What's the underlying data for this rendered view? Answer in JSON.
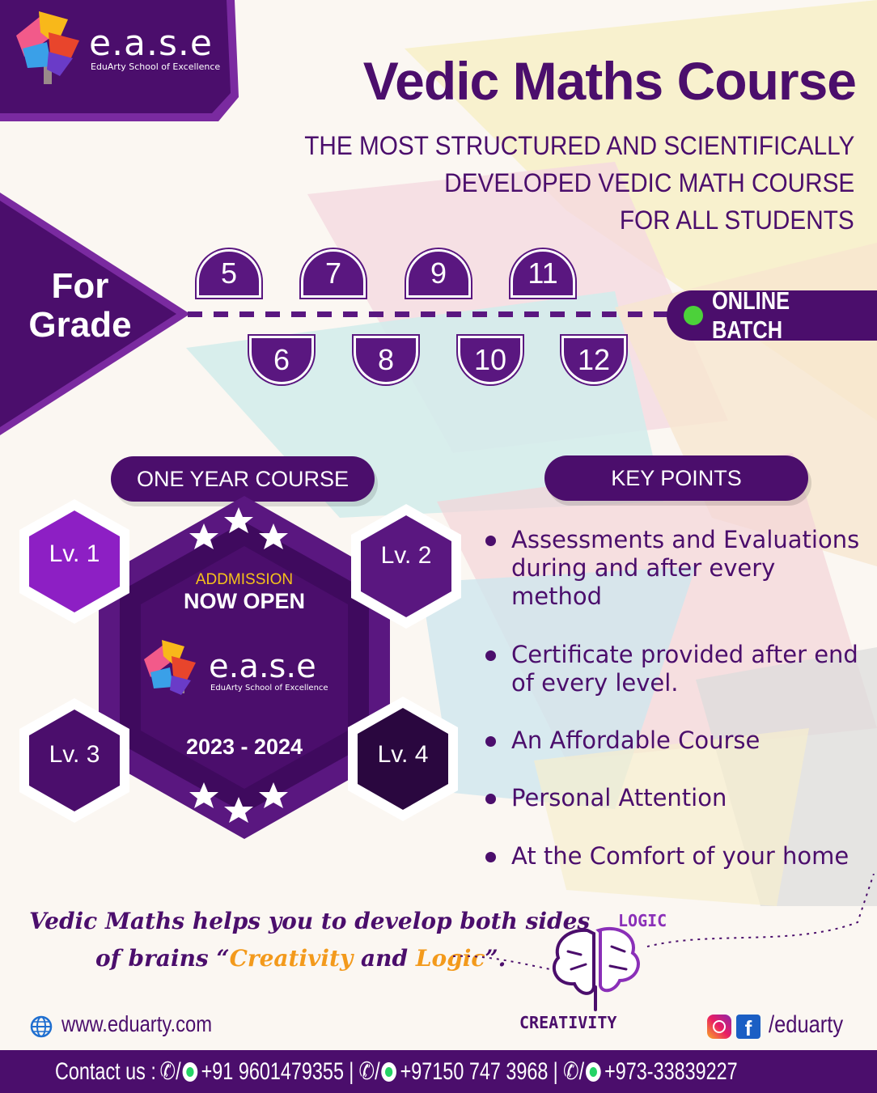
{
  "brand": {
    "name": "e.a.s.e",
    "tagline": "EduArty School of Excellence"
  },
  "header": {
    "title": "Vedic Maths Course",
    "subtitle_lines": [
      "THE MOST STRUCTURED AND SCIENTIFICALLY",
      "DEVELOPED VEDIC MATH COURSE",
      "FOR ALL STUDENTS"
    ]
  },
  "grades": {
    "label_line1": "For",
    "label_line2": "Grade",
    "top_row": [
      "5",
      "7",
      "9",
      "11"
    ],
    "bottom_row": [
      "6",
      "8",
      "10",
      "12"
    ],
    "batch": "ONLINE BATCH"
  },
  "course": {
    "duration_label": "ONE YEAR COURSE",
    "levels": [
      "Lv. 1",
      "Lv. 2",
      "Lv. 3",
      "Lv. 4"
    ],
    "admission_line1": "ADDMISSION",
    "admission_line2": "NOW OPEN",
    "year": "2023 - 2024"
  },
  "key_points": {
    "label": "KEY POINTS",
    "items": [
      "Assessments and Evaluations during and after every method",
      "Certificate provided after end of every level.",
      "An Affordable Course",
      "Personal Attention",
      "At the Comfort of your home"
    ]
  },
  "brain": {
    "line1": "Vedic Maths helps you to develop both sides",
    "line2_prefix": "of brains “",
    "creativity_word": "Creativity",
    "and_word": " and ",
    "logic_word": "Logic",
    "line2_suffix": "”.",
    "logic_label": "LOGIC",
    "creativity_label": "CREATIVITY"
  },
  "contact": {
    "website": "www.eduarty.com",
    "social_handle": "/eduarty",
    "label": "Contact us :",
    "phones": [
      "+91 9601479355",
      "+97150 747 3968",
      "+973-33839227"
    ]
  },
  "icons": [
    "globe-icon",
    "instagram-icon",
    "facebook-icon",
    "phone-icon",
    "whatsapp-icon",
    "brain-icon",
    "star-icon"
  ],
  "colors": {
    "primary": "#4b0e6c",
    "accent_orange": "#f39a1c",
    "accent_yellow": "#f6c21a",
    "online_green": "#4cd13a"
  }
}
